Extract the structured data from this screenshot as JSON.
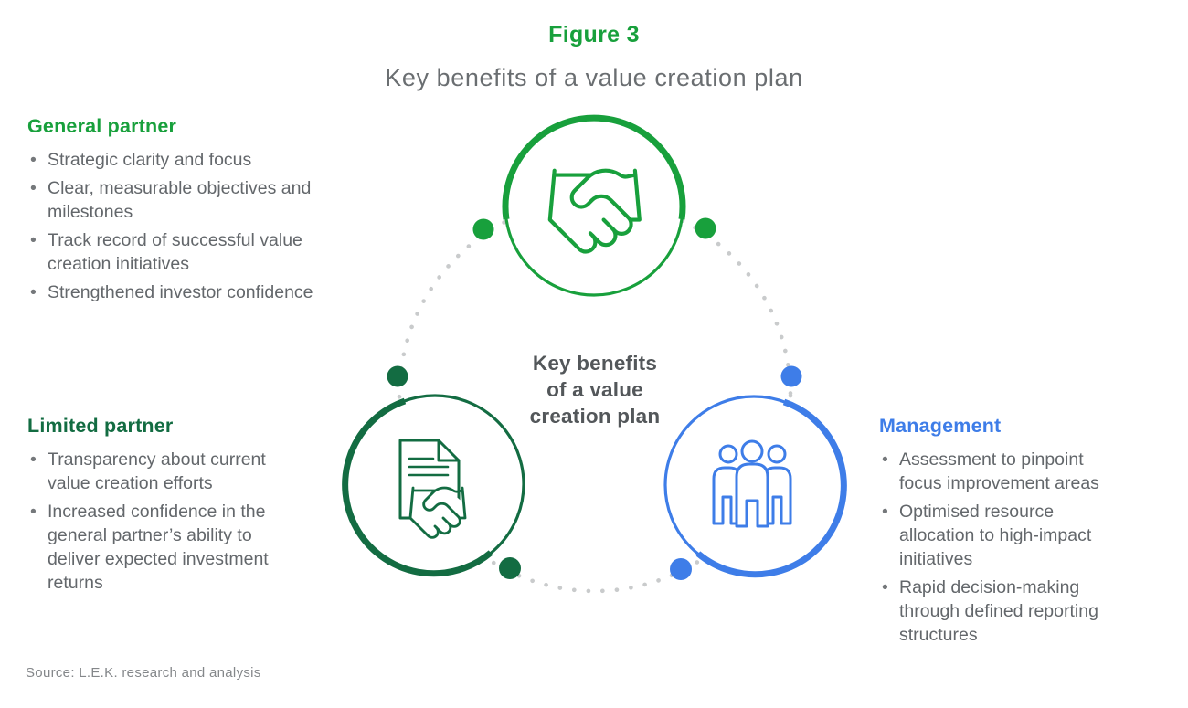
{
  "figure": {
    "label": "Figure 3",
    "title": "Key benefits of a value creation plan"
  },
  "center_label": {
    "line1": "Key benefits",
    "line2": "of a value",
    "line3": "creation plan"
  },
  "sections": {
    "general_partner": {
      "heading": "General partner",
      "bullets": [
        "Strategic clarity and focus",
        "Clear, measurable objectives and milestones",
        "Track record of successful value creation initiatives",
        "Strengthened investor confidence"
      ]
    },
    "limited_partner": {
      "heading": "Limited partner",
      "bullets": [
        "Transparency about current value creation efforts",
        "Increased confidence in the general partner’s ability to deliver expected investment returns"
      ]
    },
    "management": {
      "heading": "Management",
      "bullets": [
        "Assessment to pinpoint focus improvement areas",
        "Optimised resource allocation to high-impact initiatives",
        "Rapid decision-making through defined reporting structures"
      ]
    }
  },
  "nodes": [
    {
      "id": "general-partner",
      "icon": "handshake-icon",
      "color": "#18A03C"
    },
    {
      "id": "limited-partner",
      "icon": "document-handshake-icon",
      "color": "#136C42"
    },
    {
      "id": "management",
      "icon": "team-icon",
      "color": "#3E7DE8"
    }
  ],
  "source": "Source: L.E.K. research and analysis",
  "palette": {
    "green": "#18A03C",
    "dark_green": "#136C42",
    "blue": "#3E7DE8",
    "dot_gray": "#C9CBCC",
    "white": "#ffffff"
  }
}
